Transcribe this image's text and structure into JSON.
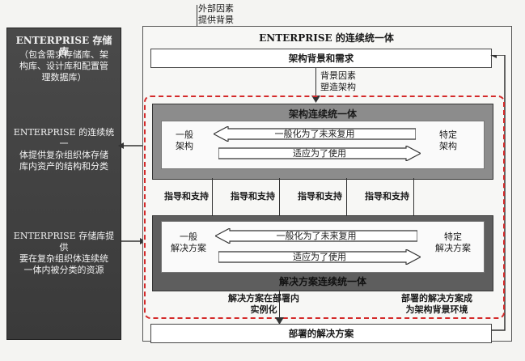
{
  "top_labels": {
    "external": "外部因素\n提供背景",
    "between": "背景因素\n塑造架构"
  },
  "sidebar": {
    "title": "ENTERPRISE 存储库",
    "subtitle": "（包含需求存储库、架\n构库、设计库和配置管\n理数据库）",
    "block2": "ENTERPRISE 的连续统一\n体提供复杂组织体存储\n库内资产的结构和分类",
    "block3": "ENTERPRISE 存储库提供\n要在复杂组织体连续统\n一体内被分类的资源"
  },
  "main": {
    "title": "ENTERPRISE 的连续统一体",
    "context_box": "架构背景和需求",
    "band1": {
      "title": "架构连续统一体",
      "left": "一般\n架构",
      "right": "特定\n架构",
      "arrow_left": "一般化为了未来复用",
      "arrow_right": "适应为了使用"
    },
    "guidance": [
      "指导和支持",
      "指导和支持",
      "指导和支持",
      "指导和支持"
    ],
    "band2": {
      "title": "解决方案连续统一体",
      "left": "一般\n解决方案",
      "right": "特定\n解决方案",
      "arrow_left": "一般化为了未来复用",
      "arrow_right": "适应为了使用"
    },
    "bottom_left_note": "解决方案在部署内\n实例化",
    "bottom_right_note": "部署的解决方案成\n为架构背景环境",
    "deployed_box": "部署的解决方案"
  }
}
